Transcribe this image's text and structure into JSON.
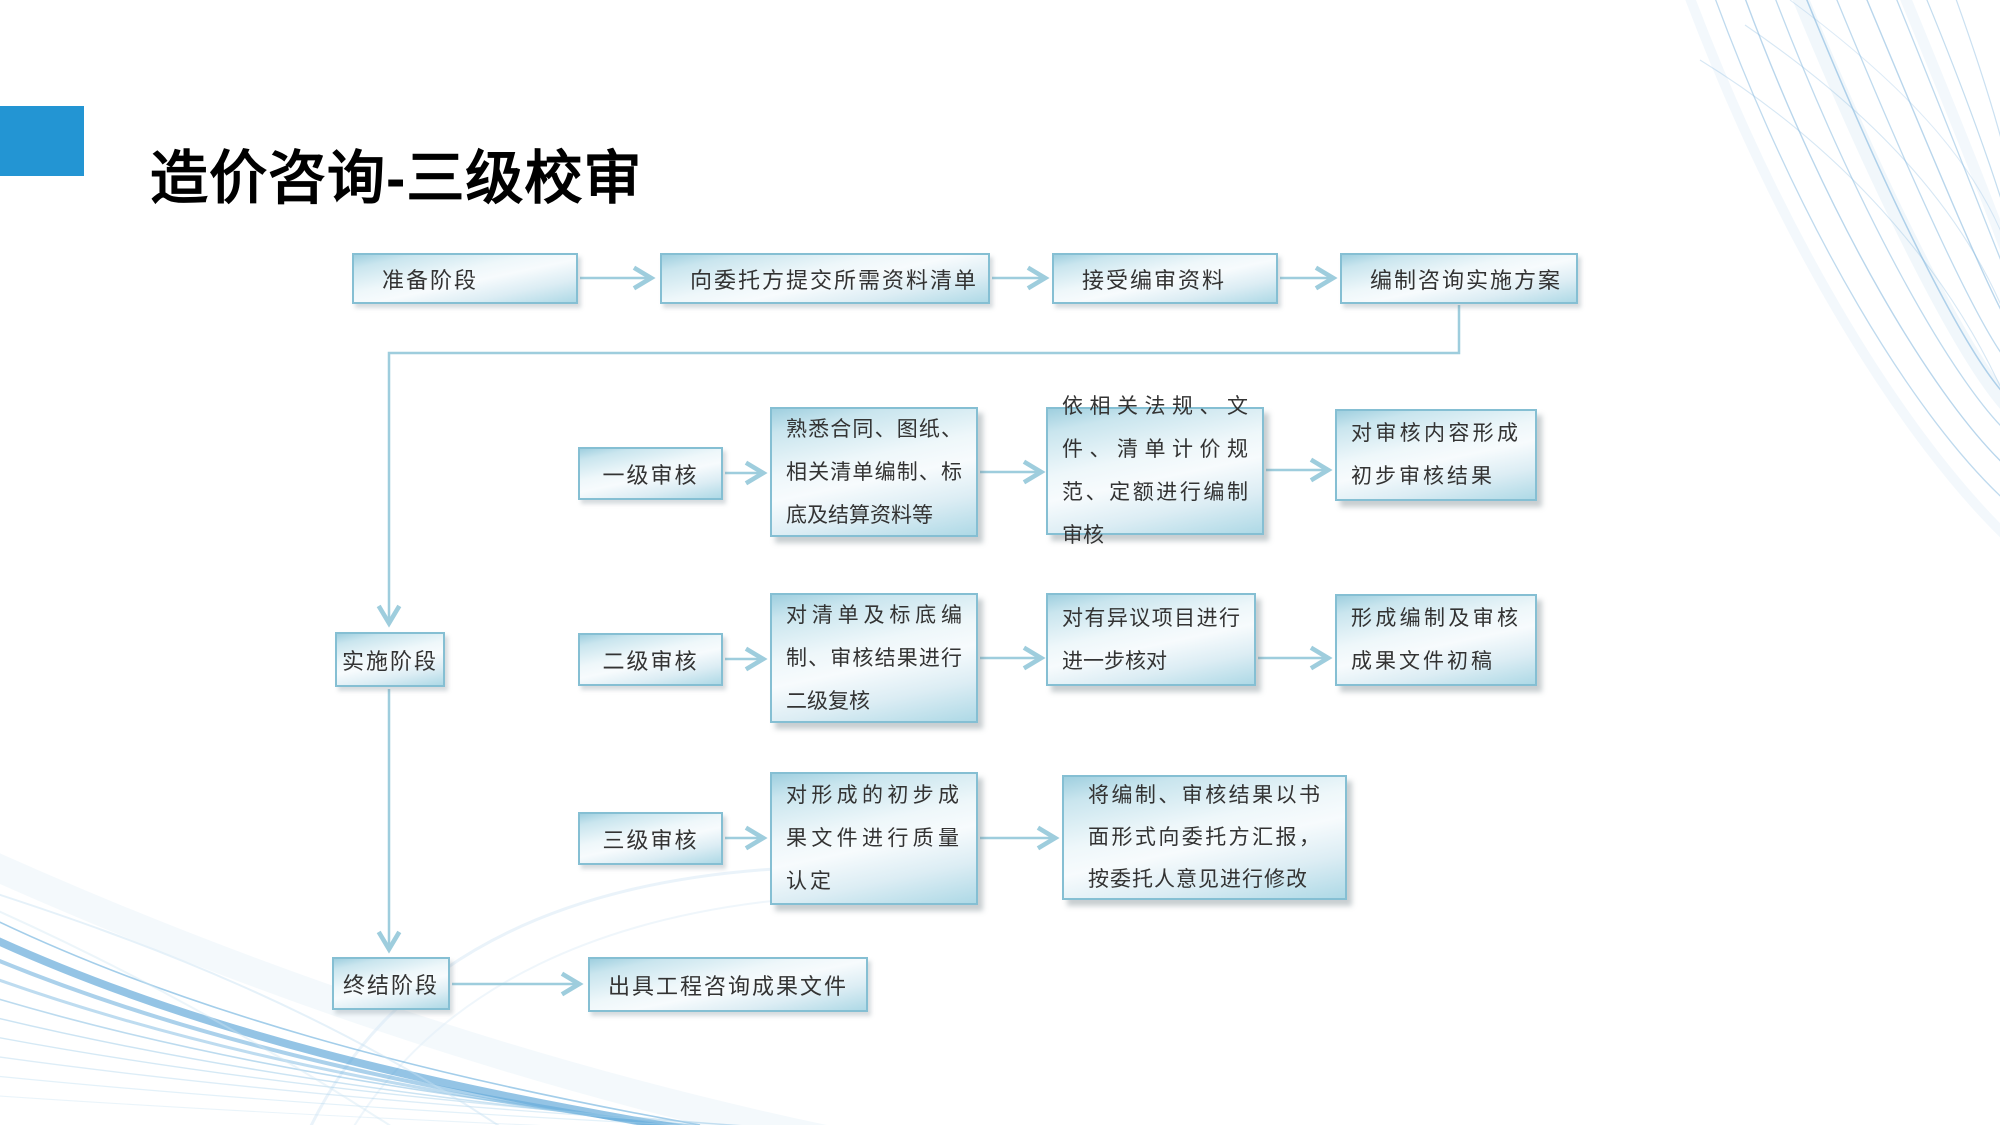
{
  "slide": {
    "title": "造价咨询-三级校审"
  },
  "theme": {
    "accent_color": "#2395d3",
    "box_border_color": "#85bfd3",
    "box_fill_top": "#9fcfdf",
    "box_fill_light": "#f7fbfd",
    "arrow_color": "#9ecddd",
    "wave_color": "#4d9ed6",
    "text_color": "#333333",
    "title_color": "#000000"
  },
  "flowchart": {
    "top_row": {
      "prepare": "准备阶段",
      "submit_materials": "向委托方提交所需资料清单",
      "receive_materials": "接受编审资料",
      "make_plan": "编制咨询实施方案"
    },
    "level1": {
      "label": "一级审核",
      "step1": "熟悉合同、图纸、相关清单编制、标底及结算资料等",
      "step2": "依相关法规、文件、清单计价规范、定额进行编制审核",
      "step3": "对审核内容形成初步审核结果"
    },
    "level2": {
      "label": "二级审核",
      "step1": "对清单及标底编制、审核结果进行二级复核",
      "step2": "对有异议项目进行进一步核对",
      "step3": "形成编制及审核成果文件初稿"
    },
    "level3": {
      "label": "三级审核",
      "step1": "对形成的初步成果文件进行质量认定",
      "step2": "将编制、审核结果以书面形式向委托方汇报，按委托人意见进行修改"
    },
    "stages": {
      "implement": "实施阶段",
      "final_stage": "终结阶段",
      "deliver": "出具工程咨询成果文件"
    }
  }
}
